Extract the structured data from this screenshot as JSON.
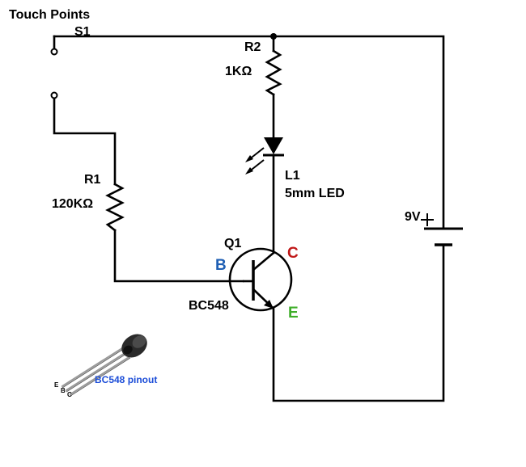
{
  "labels": {
    "touch_points": "Touch Points",
    "switch": "S1",
    "r2_name": "R2",
    "r2_value": "1KΩ",
    "r1_name": "R1",
    "r1_value": "120KΩ",
    "led_name": "L1",
    "led_desc": "5mm LED",
    "battery": "9V",
    "transistor_name": "Q1",
    "transistor_part": "BC548",
    "pin_base": "B",
    "pin_collector": "C",
    "pin_emitter": "E",
    "pinout_caption": "BC548 pinout",
    "pinout_e": "E",
    "pinout_b": "B",
    "pinout_c": "C"
  },
  "colors": {
    "pin_base": "#1f5fb4",
    "pin_collector": "#c01818",
    "pin_emitter": "#3fae2a",
    "caption": "#1d4ed8"
  }
}
